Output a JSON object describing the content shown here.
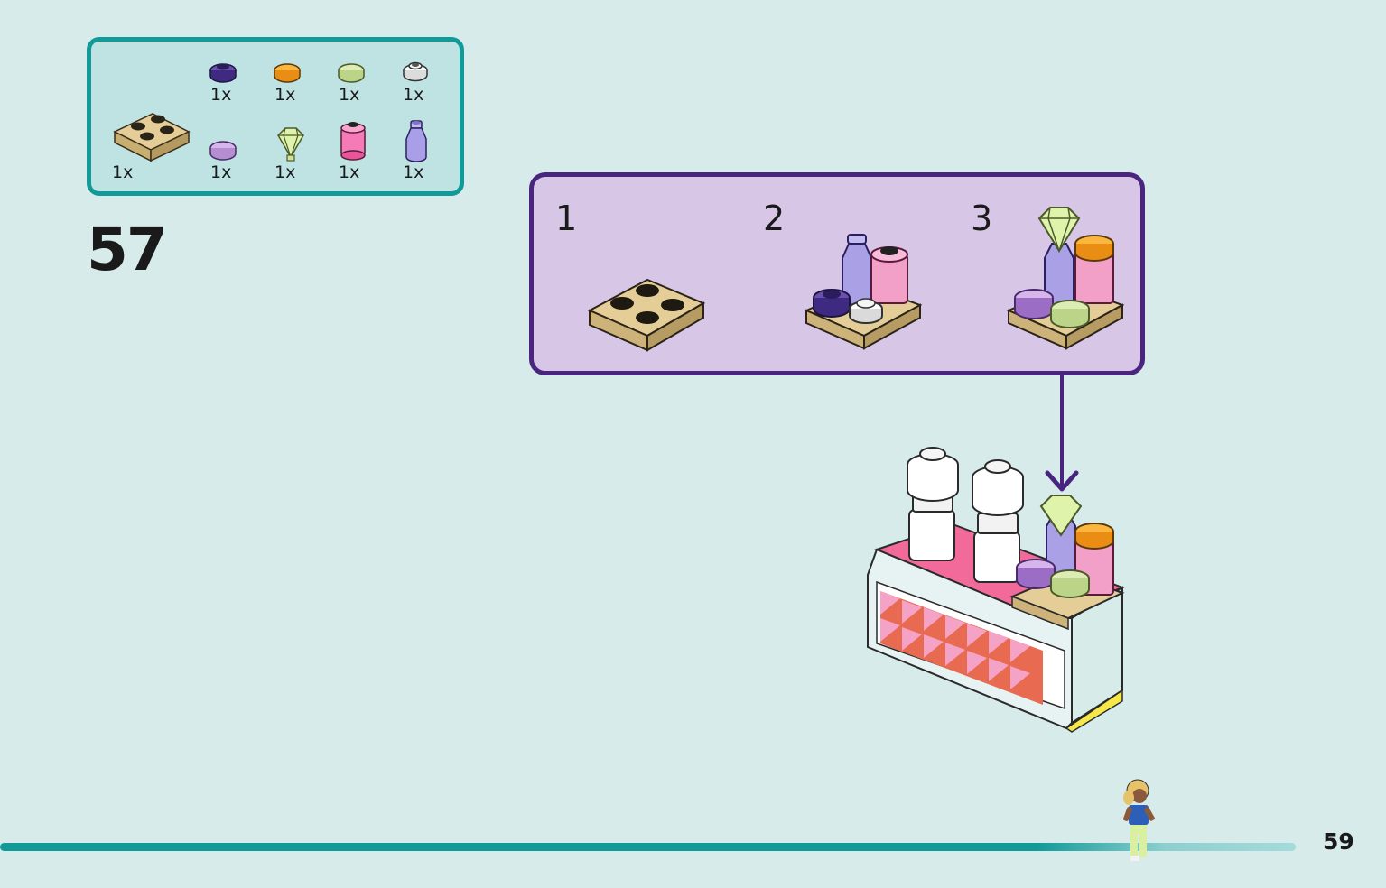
{
  "step": {
    "number": "57"
  },
  "parts_list": {
    "items": [
      {
        "name": "tan-plate-2x2",
        "qty": "1x",
        "color": "#d8c08a"
      },
      {
        "name": "dark-purple-round-tile",
        "qty": "1x",
        "color": "#4b3290"
      },
      {
        "name": "orange-round-tile",
        "qty": "1x",
        "color": "#f7a52a"
      },
      {
        "name": "light-lime-round-tile",
        "qty": "1x",
        "color": "#cfe4a0"
      },
      {
        "name": "white-round-plate",
        "qty": "1x",
        "color": "#f0f0f0"
      },
      {
        "name": "lavender-round-tile",
        "qty": "1x",
        "color": "#c7a4dc"
      },
      {
        "name": "trans-lime-jewel",
        "qty": "1x",
        "color": "#d9ef9e"
      },
      {
        "name": "trans-pink-round-brick",
        "qty": "1x",
        "color": "#f26aaa"
      },
      {
        "name": "trans-purple-bottle",
        "qty": "1x",
        "color": "#a79ce6"
      }
    ]
  },
  "substeps": [
    {
      "label": "1"
    },
    {
      "label": "2"
    },
    {
      "label": "3"
    }
  ],
  "colors": {
    "background": "#d6ebea",
    "parts_border": "#129a99",
    "substeps_border": "#4a2580",
    "progress": "#129a99"
  },
  "progress": {
    "fraction": 0.82
  },
  "page": {
    "number": "59"
  }
}
